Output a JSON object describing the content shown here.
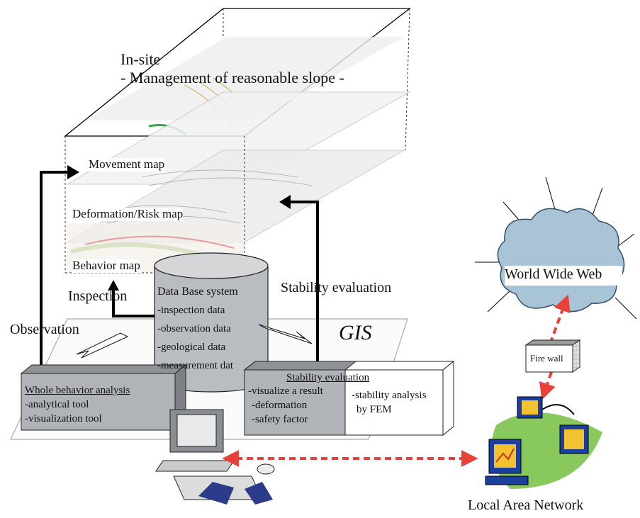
{
  "top_title": "In-site",
  "top_subtitle": "- Management of reasonable slope -",
  "layers": [
    "Movement map",
    "Deformation/Risk map",
    "Behavior map"
  ],
  "left_labels": {
    "inspection": "Inspection",
    "observation": "Observation"
  },
  "stability_evaluation_label": "Stability evaluation",
  "gis_label": "GIS",
  "database": {
    "title": "Data Base system",
    "items": [
      "-inspection data",
      "-observation data",
      "-geological data",
      "-measurement dat"
    ]
  },
  "whole_behavior": {
    "title": "Whole behavior analysis",
    "items": [
      "-analytical tool",
      "-visualization tool"
    ]
  },
  "stability_box": {
    "title": "Stability evaluation",
    "items": [
      "-visualize a result",
      "-deformation",
      "-safety factor"
    ],
    "side_text": [
      "-stability analysis",
      "by FEM"
    ]
  },
  "web_label": "World Wide Web",
  "firewall_label": "Fire wall",
  "lan_label": "Local Area Network",
  "colors": {
    "cloud": "#a8c4d6",
    "red_arrow": "#e8413a",
    "box_gray": "#b0b4b8",
    "monitor_blue": "#1a3f9c"
  }
}
